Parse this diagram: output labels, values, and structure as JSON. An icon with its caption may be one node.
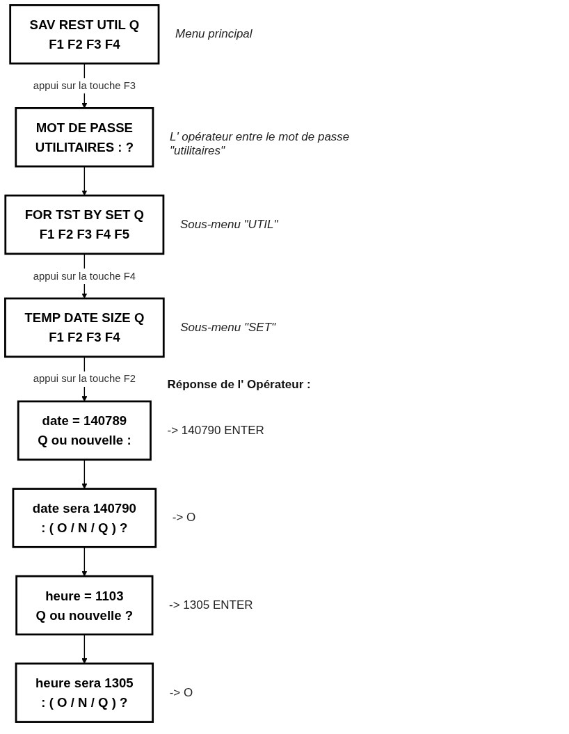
{
  "diagram": {
    "nodes": [
      {
        "text": [
          "SAV REST UTIL Q",
          "F1 F2 F3 F4"
        ],
        "beside": [
          "Menu principal"
        ]
      },
      {
        "text": [
          "MOT DE PASSE",
          "UTILITAIRES : ?"
        ],
        "beside": [
          "L' opérateur entre le mot de passe \"utilitaires\""
        ]
      },
      {
        "text": [
          "FOR TST BY SET Q",
          "F1 F2 F3 F4 F5"
        ],
        "beside": [
          "Sous-menu \"UTIL\""
        ]
      },
      {
        "text": [
          "TEMP DATE SIZE Q",
          "F1 F2 F3 F4"
        ],
        "beside": [
          "Sous-menu \"SET\""
        ]
      },
      {
        "text": [
          "date = 140789",
          "Q ou nouvelle :"
        ],
        "beside": [
          "-> 140790 ENTER"
        ]
      },
      {
        "text": [
          "date sera 140790",
          ": ( O / N / Q ) ?"
        ],
        "beside": [
          "-> O"
        ]
      },
      {
        "text": [
          "heure = 1103",
          "Q ou nouvelle ?"
        ],
        "beside": [
          "-> 1305 ENTER"
        ]
      },
      {
        "text": [
          "heure sera 1305",
          ": ( O / N / Q ) ?"
        ],
        "beside": [
          "-> O"
        ]
      }
    ],
    "edges": [
      {
        "from": 0,
        "to": 1,
        "arrow": "to",
        "label": "appui sur la touche F3"
      },
      {
        "from": 1,
        "to": 2,
        "arrow": "to"
      },
      {
        "from": 2,
        "to": 3,
        "arrow": "to",
        "label": "appui sur la touche F4"
      },
      {
        "from": 3,
        "to": 4,
        "arrow": "to",
        "label": "appui sur la touche F2"
      },
      {
        "from": 4,
        "to": 5,
        "arrow": "to"
      },
      {
        "from": 5,
        "to": 6,
        "arrow": "to"
      },
      {
        "from": 6,
        "to": 7,
        "arrow": "to"
      }
    ],
    "labels": [
      "Réponse de l' Opérateur :"
    ]
  }
}
